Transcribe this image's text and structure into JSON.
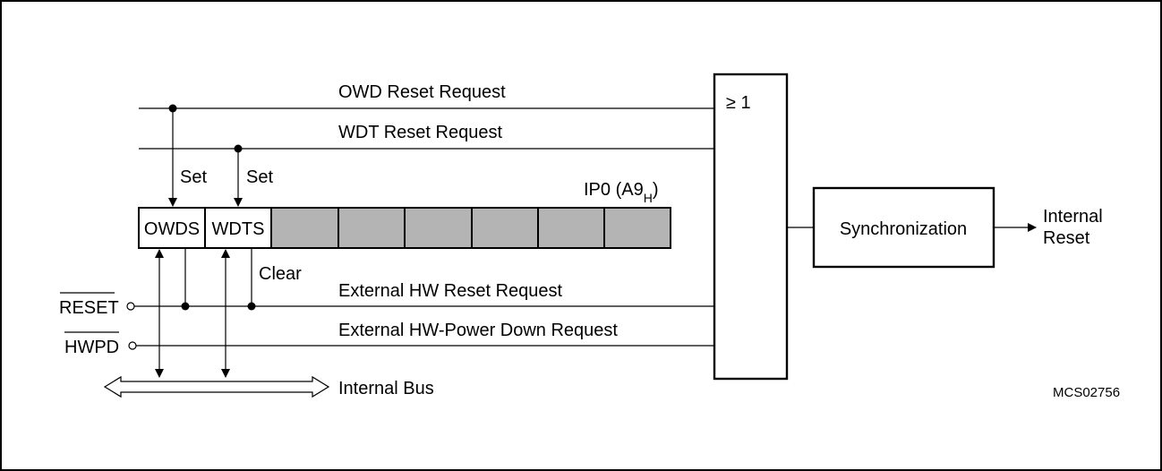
{
  "labels": {
    "owd_reset_request": "OWD Reset Request",
    "wdt_reset_request": "WDT Reset Request",
    "set_owds": "Set",
    "set_wdts": "Set",
    "register_name": "IP0 (A9",
    "register_suffix": "H",
    "register_close": ")",
    "owds_bit": "OWDS",
    "wdts_bit": "WDTS",
    "clear": "Clear",
    "reset_pin": "RESET",
    "hwpd_pin": "HWPD",
    "external_hw_reset_request": "External HW Reset Request",
    "external_hw_power_down_request": "External HW-Power Down Request",
    "internal_bus": "Internal Bus",
    "or_gate_symbol": "≥ 1",
    "synchronization": "Synchronization",
    "internal_reset_line1": "Internal",
    "internal_reset_line2": "Reset",
    "figure_id": "MCS02756"
  },
  "colors": {
    "register_fill": "#b4b4b4",
    "line": "#000000",
    "background": "#ffffff"
  }
}
